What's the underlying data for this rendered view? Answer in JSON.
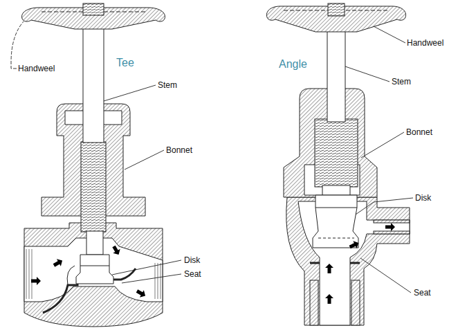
{
  "diagram": {
    "labels": [
      "Handweel",
      "Tee",
      "Stem",
      "Bonnet",
      "Disk",
      "Seat",
      "Angle",
      "Handweel",
      "Stem",
      "Bonnet",
      "Disk",
      "Seat"
    ]
  }
}
